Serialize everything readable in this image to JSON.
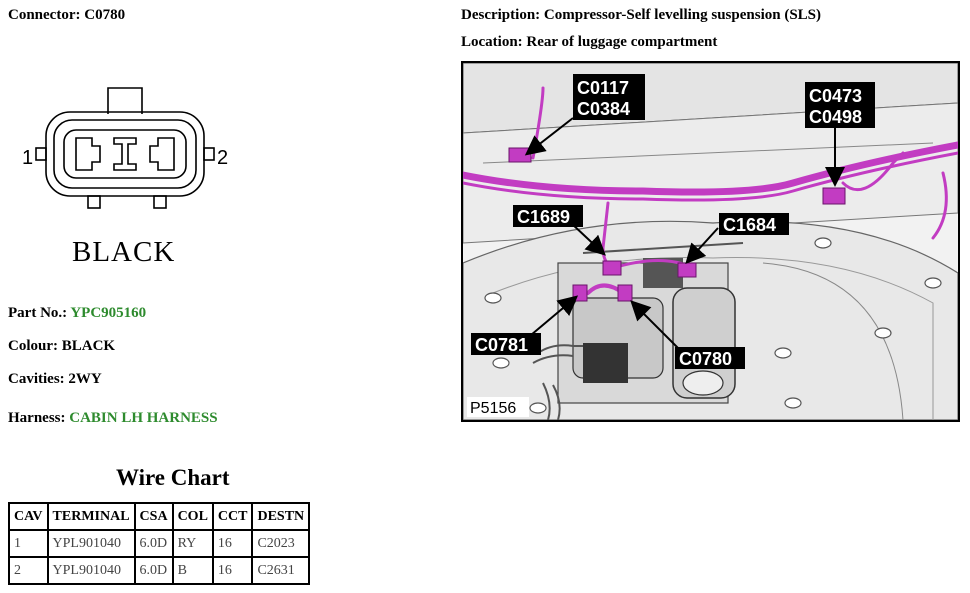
{
  "connector": {
    "heading": "Connector: C0780",
    "pin_left": "1",
    "pin_right": "2",
    "color_name": "BLACK"
  },
  "details": {
    "part_label": "Part No.: ",
    "part_value": "YPC905160",
    "colour": "Colour: BLACK",
    "cavities": "Cavities: 2WY",
    "harness_label": "Harness: ",
    "harness_value": "CABIN LH HARNESS"
  },
  "description": "Description: Compressor-Self levelling suspension (SLS)",
  "location": "Location: Rear of luggage compartment",
  "photo": {
    "callouts": {
      "c0117": "C0117",
      "c0384": "C0384",
      "c0473": "C0473",
      "c0498": "C0498",
      "c1689": "C1689",
      "c1684": "C1684",
      "c0781": "C0781",
      "c0780": "C0780"
    },
    "ref": "P5156"
  },
  "wire_chart": {
    "title": "Wire Chart",
    "headers": [
      "CAV",
      "TERMINAL",
      "CSA",
      "COL",
      "CCT",
      "DESTN"
    ],
    "rows": [
      [
        "1",
        "YPL901040",
        "6.0D",
        "RY",
        "16",
        "C2023"
      ],
      [
        "2",
        "YPL901040",
        "6.0D",
        "B",
        "16",
        "C2631"
      ]
    ]
  },
  "colors": {
    "accent_green": "#2e8b2e",
    "harness_magenta": "#c23cc2"
  }
}
